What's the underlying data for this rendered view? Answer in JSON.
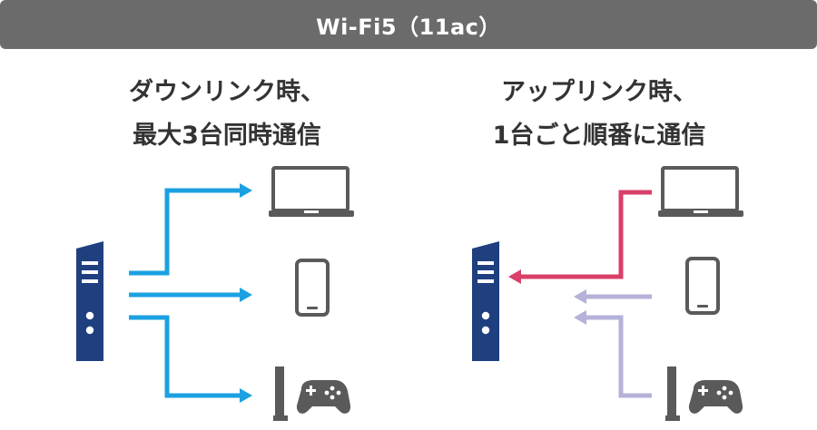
{
  "title": "Wi-Fi5（11ac）",
  "left_panel": {
    "caption_line1": "ダウンリンク時、",
    "caption_line2": "最大3台同時通信"
  },
  "right_panel": {
    "caption_line1": "アップリンク時、",
    "caption_line2": "1台ごと順番に通信"
  },
  "colors": {
    "title_bar": "#6b6b6b",
    "downlink_arrow": "#1ba1e2",
    "uplink_active_arrow": "#d94068",
    "uplink_waiting_arrow": "#b4b2d8",
    "router": "#1f3f7f",
    "device_outline": "#5a5a5a"
  },
  "icons": [
    "router-icon",
    "laptop-icon",
    "smartphone-icon",
    "game-console-icon"
  ]
}
